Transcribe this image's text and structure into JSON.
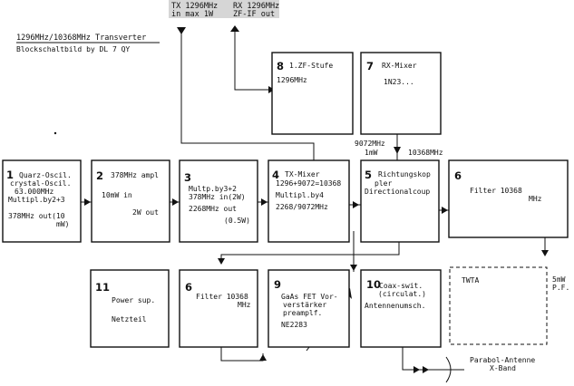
{
  "header": {
    "title": "1296MHz/10368MHz Transverter",
    "subtitle": "Blockschaltbild  by DL 7 QY"
  },
  "ports": {
    "tx_line1": "TX 1296MHz",
    "tx_line2": "in max 1W",
    "rx_line1": "RX 1296MHz",
    "rx_line2": "ZF-IF out"
  },
  "blocks": [
    {
      "id": "b1",
      "number": "1",
      "lines": [
        "Quarz-Oscil.",
        "crystal-Oscil.",
        "63.000MHz",
        "Multipl.by2+3",
        "378MHz out(10",
        "mW)"
      ]
    },
    {
      "id": "b2",
      "number": "2",
      "lines": [
        "378MHz ampl",
        "10mW in",
        "2W out"
      ]
    },
    {
      "id": "b3",
      "number": "3",
      "lines": [
        "Multp.by3+2",
        "378MHz in(2W)",
        "2268MHz out",
        "(0.5W)"
      ]
    },
    {
      "id": "b4",
      "number": "4",
      "lines": [
        "TX-Mixer",
        "1296+9072=10368",
        "Multipl.by4",
        "2268/9072MHz"
      ]
    },
    {
      "id": "b5",
      "number": "5",
      "lines": [
        "Richtungskop",
        "pler",
        "Directionalcoup"
      ]
    },
    {
      "id": "b6a",
      "number": "6",
      "lines": [
        "Filter 10368",
        "MHz"
      ]
    },
    {
      "id": "b7",
      "number": "7",
      "lines": [
        "RX-Mixer",
        "1N23..."
      ]
    },
    {
      "id": "b8",
      "number": "8",
      "lines": [
        "1.ZF-Stufe",
        "1296MHz"
      ]
    },
    {
      "id": "b11",
      "number": "11",
      "lines": [
        "Power sup.",
        "Netzteil"
      ]
    },
    {
      "id": "b6b",
      "number": "6",
      "lines": [
        "Filter 10368",
        "MHz"
      ]
    },
    {
      "id": "b9",
      "number": "9",
      "lines": [
        "GaAs FET Vor-",
        "verstärker",
        "preamplf.",
        "NE2283"
      ]
    },
    {
      "id": "b10",
      "number": "10",
      "lines": [
        "Coax-swit.",
        "(circulat.)",
        "Antennenumsch."
      ]
    },
    {
      "id": "twta",
      "number": "",
      "lines": [
        "TWTA"
      ]
    }
  ],
  "annotations": {
    "lo_line1": "9072MHz",
    "lo_line2": "1mW",
    "rf_freq": "10368MHz",
    "pf_line1": "5mW",
    "pf_line2": "P.F.",
    "antenna_line1": "Parabol-Antenne",
    "antenna_line2": "X-Band"
  }
}
